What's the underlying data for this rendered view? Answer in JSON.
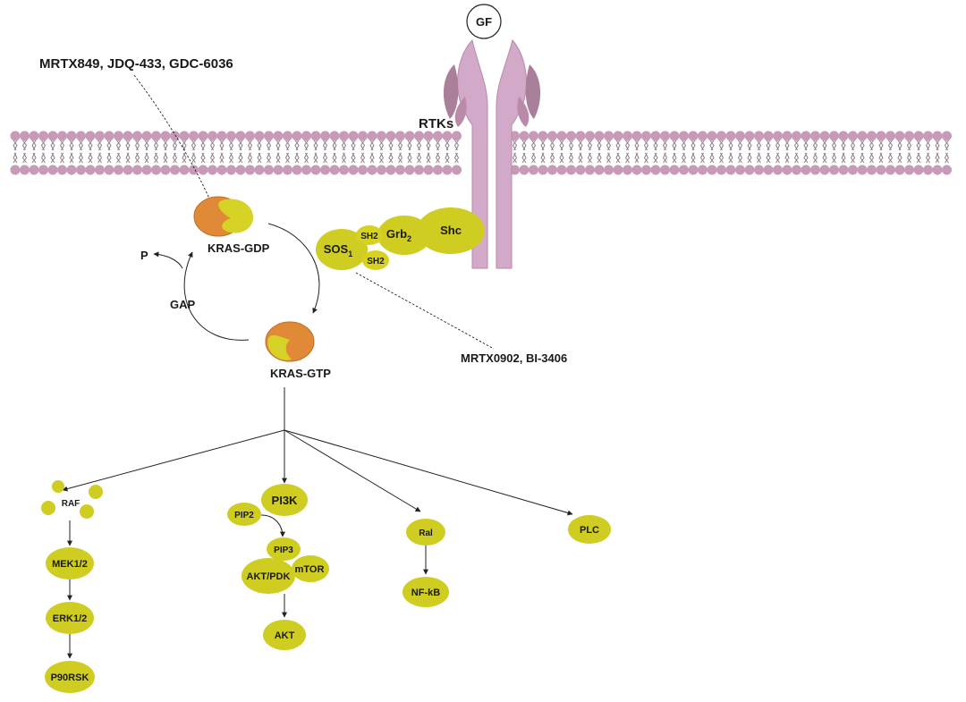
{
  "colors": {
    "membrane": "#c79ab8",
    "membrane_tail": "#8f7d8c",
    "receptor": "#d3a9c9",
    "receptor_dark": "#a97f99",
    "node": "#cfcc22",
    "kras_orange": "#e08a38",
    "kras_yellow": "#d7d226"
  },
  "inhibitors": {
    "kras_gdp": "MRTX849, JDQ-433, GDC-6036",
    "sos1": "MRTX0902, BI-3406"
  },
  "receptor": {
    "ligand": "GF",
    "label": "RTKs"
  },
  "adaptors": {
    "shc": "Shc",
    "grb": "Grb",
    "grb_sub": "2",
    "sh2_top": "SH2",
    "sh2_bottom": "SH2",
    "sos": "SOS",
    "sos_sub": "1"
  },
  "cycle": {
    "kras_gdp": "KRAS-GDP",
    "kras_gtp": "KRAS-GTP",
    "phosphate": "P",
    "gap": "GAP"
  },
  "pathways": {
    "raf": {
      "title": "RAF",
      "steps": [
        "MEK1/2",
        "ERK1/2",
        "P90RSK"
      ]
    },
    "pi3k": {
      "title": "PI3K",
      "pip2": "PIP2",
      "pip3": "PIP3",
      "akt_pdk": "AKT/PDK",
      "mtor": "mTOR",
      "akt": "AKT"
    },
    "ral": {
      "title": "Ral",
      "step": "NF-kB"
    },
    "plc": {
      "title": "PLC"
    }
  }
}
